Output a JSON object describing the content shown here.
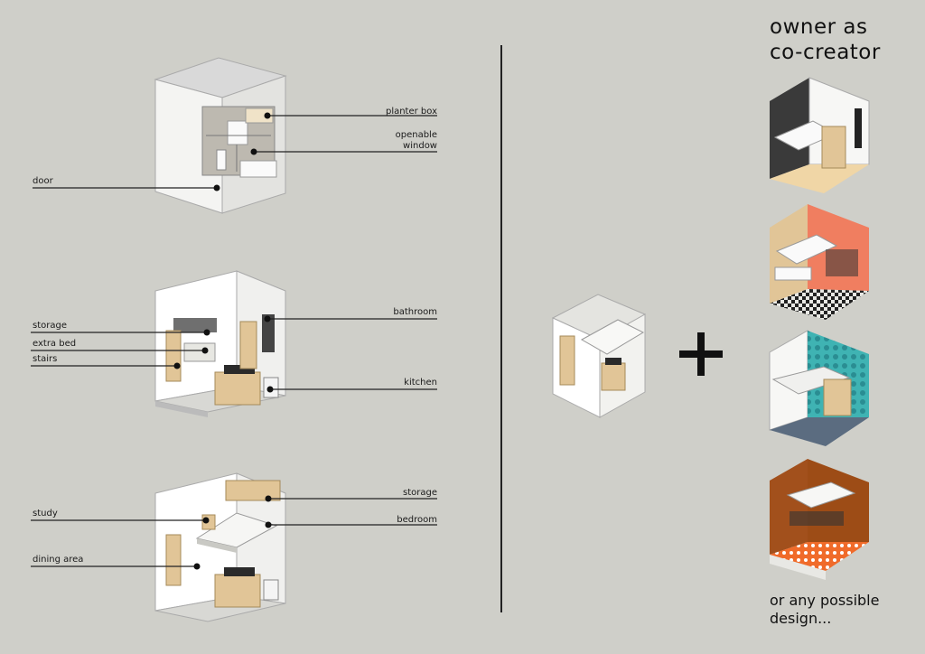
{
  "header": {
    "line1": "owner as",
    "line2": "co-creator"
  },
  "footer": {
    "line1": "or any possible",
    "line2": "design..."
  },
  "unit1": {
    "planter_box": "planter box",
    "openable_l1": "openable",
    "openable_l2": "window",
    "door": "door"
  },
  "unit2": {
    "storage": "storage",
    "extra_bed": "extra bed",
    "stairs": "stairs",
    "bathroom": "bathroom",
    "kitchen": "kitchen"
  },
  "unit3": {
    "study": "study",
    "dining_area": "dining area",
    "storage": "storage",
    "bedroom": "bedroom"
  },
  "operator": "+"
}
